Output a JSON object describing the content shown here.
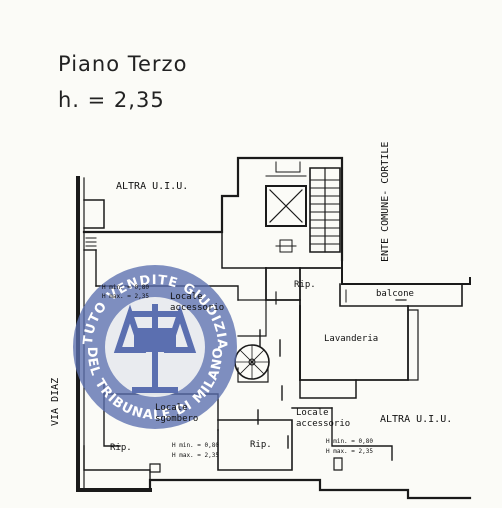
{
  "header": {
    "floor_title": "Piano Terzo",
    "ceiling_height": "h. = 2,35"
  },
  "labels": {
    "altra_uiu_top": "ALTRA U.I.U.",
    "altra_uiu_right": "ALTRA U.I.U.",
    "ente_comune": "ENTE COMUNE- CORTILE",
    "via_diaz": "VIA DIAZ",
    "rip_top": "Rip.",
    "balcone": "balcone",
    "lavanderia": "Lavanderia",
    "locale_accessorio_1_line1": "Locale",
    "locale_accessorio_1_line2": "accessorio",
    "locale_sgombero_line1": "Locale",
    "locale_sgombero_line2": "sgombero",
    "locale_accessorio_2_line1": "Locale",
    "locale_accessorio_2_line2": "accessorio",
    "rip_bottom_center": "Rip.",
    "rip_bottom_left": "Rip.",
    "h_min_1": "H min. = 0,80",
    "h_max_1": "H max. = 2,35",
    "h_min_2": "H min. = 0,80",
    "h_max_2": "H max. = 2,35",
    "h_min_3": "H min. = 0,80",
    "h_max_3": "H max. = 2,35"
  },
  "stamp": {
    "text_top": "ISTITUTO VENDITE GIUDIZIARIE",
    "text_bottom": "DEL TRIBUNALE DI MILANO",
    "color": "#5b6fb0"
  }
}
